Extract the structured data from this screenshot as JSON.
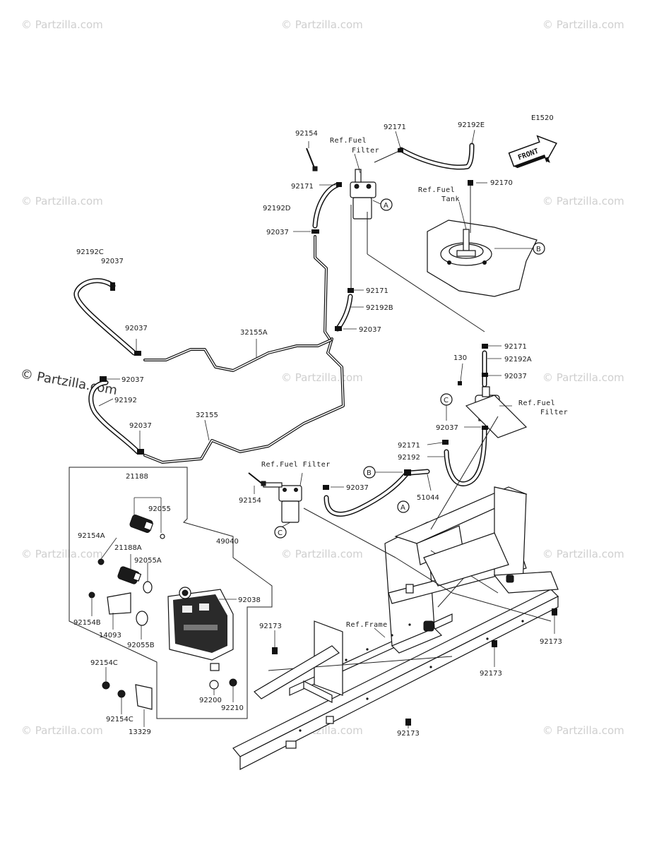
{
  "diagram_code": "E1520",
  "front_arrow_label": "FRONT",
  "watermark": "© Partzilla.com",
  "references": {
    "fuel_filter_top_1": "Ref.Fuel",
    "fuel_filter_top_2": "Filter",
    "fuel_tank_1": "Ref.Fuel",
    "fuel_tank_2": "Tank",
    "fuel_filter_right_1": "Ref.Fuel",
    "fuel_filter_right_2": "Filter",
    "fuel_filter_mid": "Ref.Fuel Filter",
    "frame": "Ref.Frame"
  },
  "callout_letters": {
    "a": "A",
    "b": "B",
    "c": "C"
  },
  "parts": {
    "p92154_top": "92154",
    "p92171_top": "92171",
    "p92192E": "92192E",
    "p92170": "92170",
    "p92171_left": "92171",
    "p92192D": "92192D",
    "p92037_top": "92037",
    "p92192C": "92192C",
    "p92037_c": "92037",
    "p92171_mid": "92171",
    "p92192B": "92192B",
    "p92037_b": "92037",
    "p92037_left1": "92037",
    "p32155A": "32155A",
    "p92037_left2": "92037",
    "p92192": "92192",
    "p92037_left3": "92037",
    "p32155": "32155",
    "p92171_right": "92171",
    "p92192A": "92192A",
    "p130": "130",
    "p92037_right": "92037",
    "p92037_right2": "92037",
    "p92171_right2": "92171",
    "p92192_right": "92192",
    "p51044": "51044",
    "p92037_mid": "92037",
    "p92154_mid": "92154",
    "p21188": "21188",
    "p92055": "92055",
    "p49040": "49040",
    "p92154A": "92154A",
    "p21188A": "21188A",
    "p92055A": "92055A",
    "p92038": "92038",
    "p92154B": "92154B",
    "p14093": "14093",
    "p92055B": "92055B",
    "p92154C_1": "92154C",
    "p92154C_2": "92154C",
    "p13329": "13329",
    "p92200": "92200",
    "p92210": "92210",
    "p92173_left": "92173",
    "p92173_mid": "92173",
    "p92173_right": "92173",
    "p92173_bottom": "92173"
  }
}
